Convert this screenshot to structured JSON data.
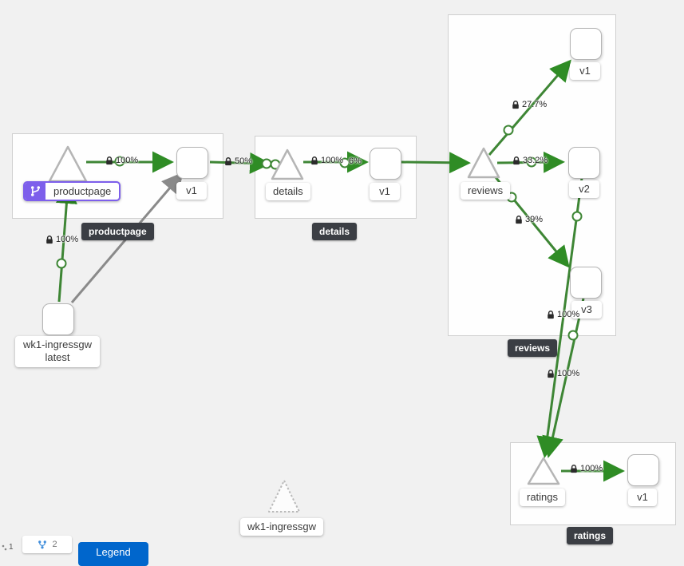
{
  "app_context": "service-mesh-traffic-graph",
  "colors": {
    "edge_healthy": "#3e8635",
    "edge_idle": "#8a8a8a",
    "virtual_service_badge": "#7d5feb",
    "group_badge_bg": "#3b3e44",
    "legend_button_bg": "#0066cc",
    "canvas_bg": "#f1f1f1"
  },
  "groups": {
    "productpage": {
      "badge": "productpage"
    },
    "details": {
      "badge": "details"
    },
    "reviews": {
      "badge": "reviews"
    },
    "ratings": {
      "badge": "ratings"
    }
  },
  "nodes": {
    "productpage": {
      "label": "productpage",
      "type": "service",
      "has_virtual_service": true
    },
    "productpage_v1": {
      "label": "v1",
      "type": "workload"
    },
    "details": {
      "label": "details",
      "type": "service"
    },
    "details_v1": {
      "label": "v1",
      "type": "workload"
    },
    "reviews": {
      "label": "reviews",
      "type": "service"
    },
    "reviews_v1": {
      "label": "v1",
      "type": "workload"
    },
    "reviews_v2": {
      "label": "v2",
      "type": "workload"
    },
    "reviews_v3": {
      "label": "v3",
      "type": "workload"
    },
    "ratings": {
      "label": "ratings",
      "type": "service"
    },
    "ratings_v1": {
      "label": "v1",
      "type": "workload"
    },
    "ingressgw": {
      "label_line1": "wk1-ingressgw",
      "label_line2": "latest",
      "type": "workload"
    },
    "ingressgw_idle": {
      "label": "wk1-ingressgw",
      "type": "service-idle"
    }
  },
  "edges": [
    {
      "id": "productpage-to-v1",
      "label": "100%",
      "secure": true
    },
    {
      "id": "ingressgw-to-productpage",
      "label": "100%",
      "secure": true
    },
    {
      "id": "ingressgw-to-productpage-v1",
      "label": "",
      "secure": false
    },
    {
      "id": "productpage-v1-to-details",
      "label": "50%",
      "secure": true
    },
    {
      "id": "details-to-v1",
      "label": "100%",
      "secure": true
    },
    {
      "id": "productpage-v1-to-reviews",
      "label": "6%",
      "secure": true
    },
    {
      "id": "reviews-to-v1",
      "label": "27.7%",
      "secure": true
    },
    {
      "id": "reviews-to-v2",
      "label": "33.2%",
      "secure": true
    },
    {
      "id": "reviews-to-v3",
      "label": "39%",
      "secure": true
    },
    {
      "id": "reviews-v2-to-ratings",
      "label": "100%",
      "secure": true
    },
    {
      "id": "reviews-v3-to-ratings",
      "label": "100%",
      "secure": true
    },
    {
      "id": "ratings-to-v1",
      "label": "100%",
      "secure": true
    }
  ],
  "toolbar": {
    "zoom_count": "1",
    "chip_count": "2",
    "legend_label": "Legend"
  }
}
